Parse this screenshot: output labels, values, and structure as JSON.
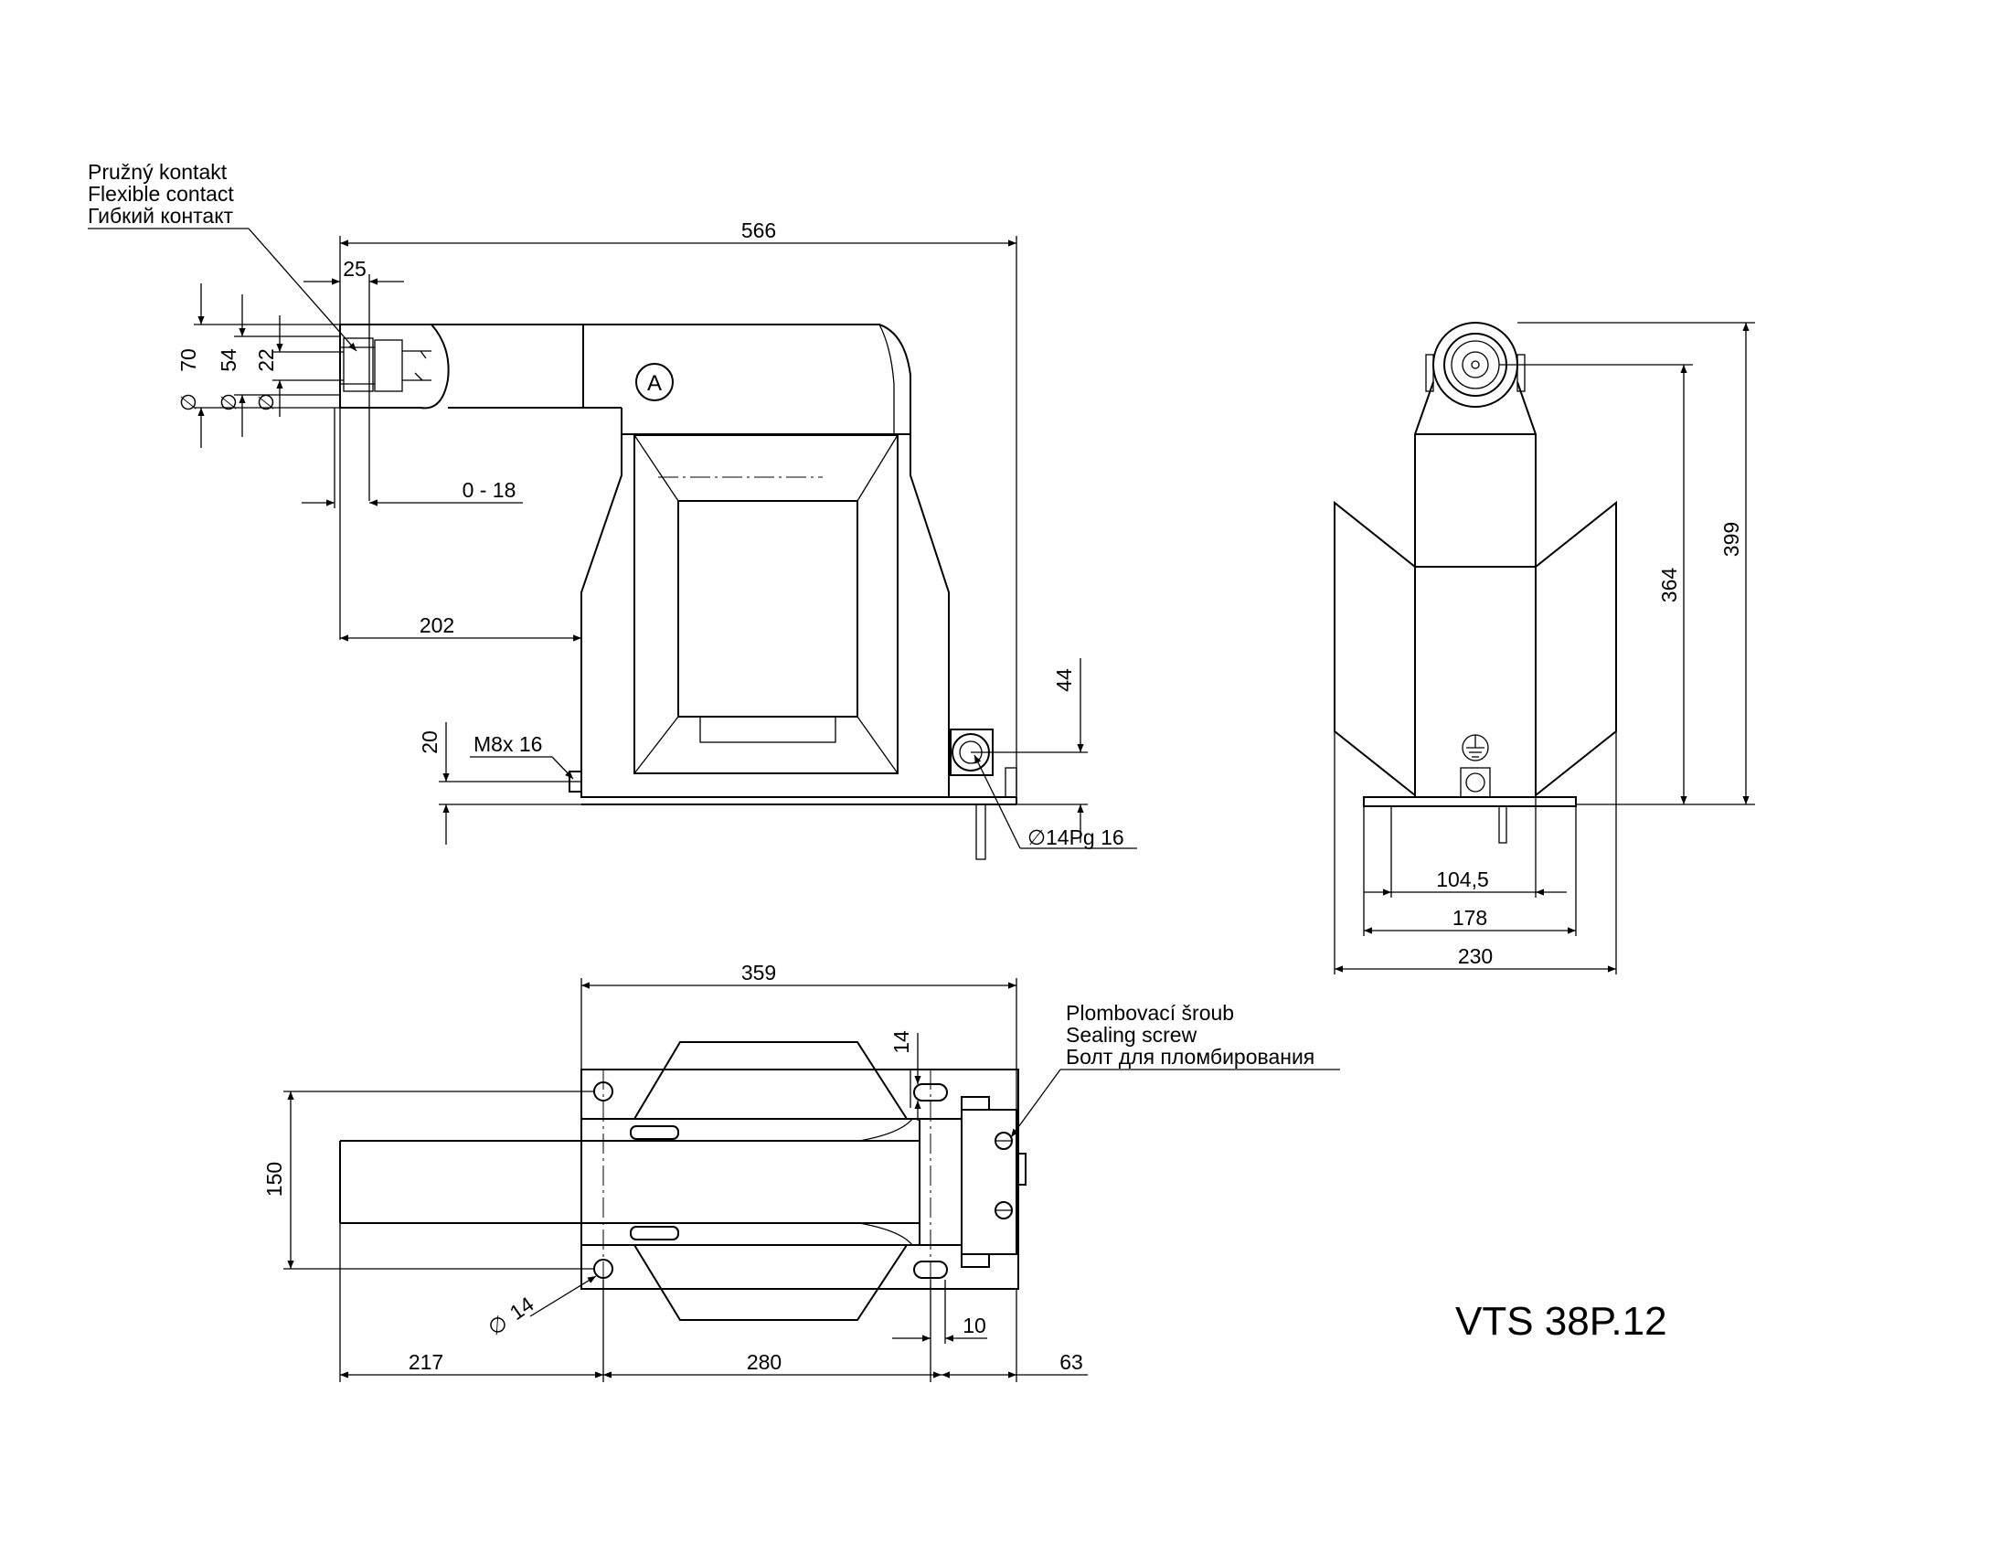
{
  "notes": {
    "flexible_contact": [
      "Pružný kontakt",
      "Flexible contact",
      "Гибкий контакт"
    ],
    "sealing_screw": [
      "Plombovací šroub",
      "Sealing screw",
      "Болт для пломбирования"
    ]
  },
  "dimensions": {
    "overall_length": "566",
    "contact_offset": "25",
    "dia_70": "70",
    "dia_54": "54",
    "dia_22": "22",
    "contact_travel": "0 - 18",
    "body_offset": "202",
    "terminal_height": "44",
    "bolt_height": "20",
    "bolt_thread": "M8x 16",
    "cable_gland": "14Pg 16",
    "side_total_height": "399",
    "side_axis_height": "364",
    "side_104": "104,5",
    "side_178": "178",
    "side_230": "230",
    "base_length": "359",
    "slot_14": "14",
    "base_width": "150",
    "hole_dia": "14",
    "top_217": "217",
    "top_280": "280",
    "slot_10": "10",
    "top_63": "63"
  },
  "symbols": {
    "diameter": "∅",
    "terminal_marker": "A"
  },
  "title": "VTS 38P.12"
}
